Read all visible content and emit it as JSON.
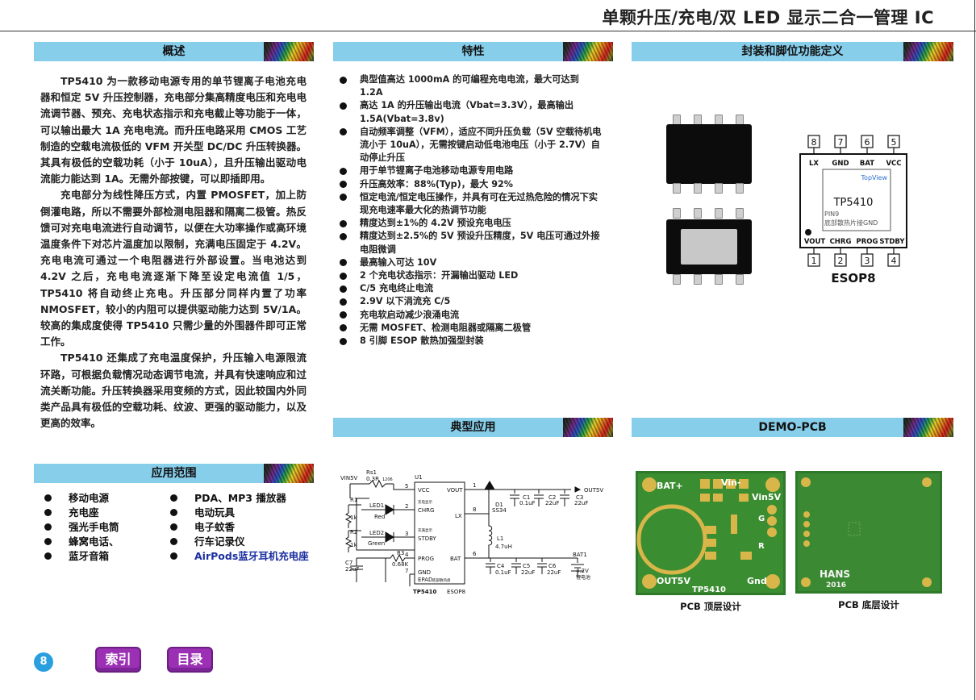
{
  "header": {
    "title": "单颗升压/充电/双 LED 显示二合一管理 IC"
  },
  "overview": {
    "heading": "概述",
    "p1": "TP5410 为一款移动电源专用的单节锂离子电池充电器和恒定 5V 升压控制器，充电部分集高精度电压和充电电流调节器、预充、充电状态指示和充电截止等功能于一体，可以输出最大 1A 充电电流。而升压电路采用 CMOS 工艺制造的空载电流极低的 VFM 开关型 DC/DC 升压转换器。其具有极低的空载功耗（小于 10uA），且升压输出驱动电流能力能达到 1A。无需外部按键，可以即插即用。",
    "p2": "充电部分为线性降压方式，内置 PMOSFET，加上防倒灌电路，所以不需要外部检测电阻器和隔离二极管。热反馈可对充电电流进行自动调节，以便在大功率操作或高环境温度条件下对芯片温度加以限制，充满电压固定于 4.2V。充电电流可通过一个电阻器进行外部设置。当电池达到 4.2V 之后，充电电流逐渐下降至设定电流值 1/5，TP5410 将自动终止充电。升压部分同样内置了功率 NMOSFET，较小的内阻可以提供驱动能力达到 5V/1A。较高的集成度使得 TP5410 只需少量的外围器件即可正常工作。",
    "p3": "TP5410 还集成了充电温度保护，升压输入电源限流环路，可根据负载情况动态调节电流，并具有快速响应和过流关断功能。升压转换器采用变频的方式，因此较国内外同类产品具有极低的空载功耗、纹波、更强的驱动能力，以及更高的效率。"
  },
  "applications": {
    "heading": "应用范围",
    "col1": [
      "移动电源",
      "充电座",
      "强光手电筒",
      "蜂窝电话、",
      "蓝牙音箱"
    ],
    "col2": [
      "PDA、MP3 播放器",
      "电动玩具",
      "电子蚊香",
      "行车记录仪",
      "AirPods蓝牙耳机充电座"
    ]
  },
  "features": {
    "heading": "特性",
    "items": [
      "典型值高达 1000mA 的可编程充电电流，最大可达到 1.2A",
      "高达 1A 的升压输出电流（Vbat=3.3V），最高输出 1.5A(Vbat=3.8v)",
      "自动频率调整（VFM），适应不同升压负载（5V 空载待机电流小于 10uA），无需按键启动低电池电压（小于 2.7V）自动停止升压",
      "用于单节锂离子电池移动电源专用电路",
      "升压高效率：88%(Typ)，最大 92%",
      "恒定电流/恒定电压操作，并具有可在无过热危险的情况下实现充电速率最大化的热调节功能",
      "精度达到±1%的 4.2V 预设充电电压",
      "精度达到±2.5%的 5V 预设升压精度，5V 电压可通过外接电阻微调",
      "最高输入可达 10V",
      "2 个充电状态指示：开漏输出驱动 LED",
      "C/5 充电终止电流",
      "2.9V 以下涓流充 C/5",
      "充电软启动减少浪涌电流",
      "无需 MOSFET、检测电阻器或隔离二极管",
      "8 引脚 ESOP 散热加强型封装"
    ]
  },
  "package": {
    "heading": "封装和脚位功能定义",
    "top_pin_nums": [
      "8",
      "7",
      "6",
      "5"
    ],
    "top_pin_names": [
      "LX",
      "GND",
      "BAT",
      "VCC"
    ],
    "bottom_pin_nums": [
      "1",
      "2",
      "3",
      "4"
    ],
    "bottom_pin_names": [
      "VOUT",
      "CHRG",
      "PROG",
      "STDBY"
    ],
    "topview": "TopView",
    "part": "TP5410",
    "pin9": "PIN9",
    "pad_note": "底部散热片接GND",
    "package_name": "ESOP8"
  },
  "typical": {
    "heading": "典型应用",
    "labels": {
      "vin": "VIN5V",
      "rs1": "Rs1",
      "rs1v": "0.3R",
      "rs1p": "1206",
      "u1": "U1",
      "vcc": "VCC",
      "vout": "VOUT",
      "chrg_cn": "充电显示",
      "chrg": "CHRG",
      "lx": "LX",
      "stdby_cn": "充满显示",
      "stdby": "STDBY",
      "prog": "PROG",
      "bat": "BAT",
      "gnd": "GND",
      "epad": "EPAD",
      "epad_cn": "底部散热盘",
      "part": "TP5410",
      "pkg": "ESOP8",
      "r1": "R1",
      "r1v": "1k",
      "led1": "LED1",
      "led1c": "Red",
      "r2": "R2",
      "r2v": "1k",
      "led2": "LED2",
      "led2c": "Green",
      "r3": "R3",
      "r3v": "0.68K",
      "c7": "C7",
      "c7v": "22uF",
      "d1": "D1",
      "d1v": "SS34",
      "l1": "L1",
      "l1v": "4.7uH",
      "c1": "C1",
      "c1v": "0.1uF",
      "c2": "C2",
      "c2v": "22uF",
      "c3": "C3",
      "c3v": "22uF",
      "out": "OUT5V",
      "c4": "C4",
      "c4v": "0.1uF",
      "c5": "C5",
      "c5v": "22uF",
      "c6": "C6",
      "c6v": "22uF",
      "bat1": "BAT1",
      "bat1v": "4.2V",
      "bat1c": "锂电池",
      "p5": "5",
      "p4": "4",
      "p2": "2",
      "p3": "3",
      "p1": "1",
      "p8": "8",
      "p6": "6",
      "p7": "7"
    }
  },
  "demo": {
    "heading": "DEMO-PCB",
    "top_caption": "PCB 顶层设计",
    "bottom_caption": "PCB 底层设计",
    "top_labels": {
      "bat": "BAT+",
      "vin": "Vin-",
      "vin5": "Vin5V",
      "g": "G",
      "r": "R",
      "out": "OUT5V",
      "part": "TP5410",
      "gnd": "Gnd"
    },
    "bottom_labels": {
      "brand": "HANS",
      "year": "2016"
    }
  },
  "footer": {
    "page": "8",
    "index": "索引",
    "contents": "目录"
  }
}
